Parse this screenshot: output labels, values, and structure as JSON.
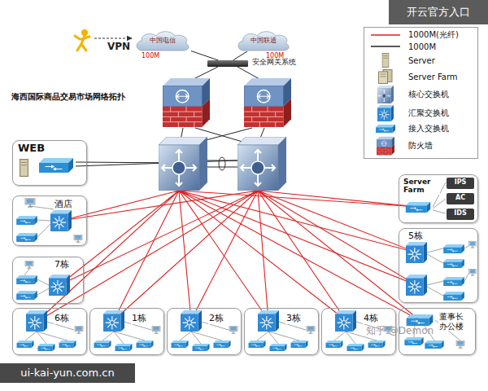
{
  "diagram": {
    "title": "海西国际商品交易市场网络拓扑",
    "nodes": [
      {
        "text": [
          "中国电信",
          "100M"
        ]
      },
      {
        "text": [
          "中国联通",
          "100M"
        ]
      },
      {
        "text": [
          "安全网关系统"
        ]
      },
      {
        "text": [
          "WEB"
        ]
      },
      {
        "text": [
          "Server Farm"
        ]
      },
      {
        "text": [
          "IPS"
        ],
        "in": 4
      },
      {
        "text": [
          "AC"
        ],
        "in": 4
      },
      {
        "text": [
          "IDS"
        ],
        "in": 4
      },
      {
        "text": [
          "酒店"
        ]
      },
      {
        "text": [
          "5栋"
        ]
      },
      {
        "text": [
          "7栋"
        ]
      },
      {
        "text": [
          "6栋"
        ]
      },
      {
        "text": [
          "1栋"
        ]
      },
      {
        "text": [
          "2栋"
        ]
      },
      {
        "text": [
          "3栋"
        ]
      },
      {
        "text": [
          "4栋"
        ]
      },
      {
        "text": [
          "董事长 办公楼"
        ]
      }
    ],
    "edges": [
      {
        "from": 0,
        "to": 2,
        "arrow": "none"
      },
      {
        "from": 1,
        "to": 2,
        "arrow": "none"
      }
    ],
    "labels": [
      "开云官方入口",
      "VPN",
      "知乎 @Demon",
      "ui-kai-yun.com.cn"
    ],
    "legend": [
      {
        "text": "1000M(光纤)"
      },
      {
        "text": "1000M"
      },
      {
        "text": "Server"
      },
      {
        "text": "Server Farm"
      },
      {
        "text": "核心交换机"
      },
      {
        "text": "汇聚交换机"
      },
      {
        "text": "接入交换机"
      },
      {
        "text": "防火墙"
      }
    ]
  }
}
